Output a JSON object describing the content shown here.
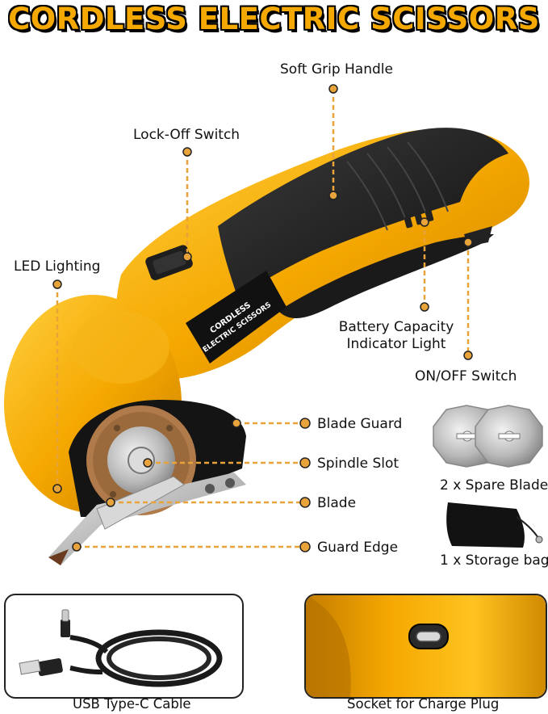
{
  "title": "CORDLESS ELECTRIC SCISSORS",
  "product_print": {
    "line1": "CORDLESS",
    "line2": "ELECTRIC SCISSORS"
  },
  "callouts": {
    "soft_grip_handle": "Soft Grip Handle",
    "lock_off_switch": "Lock-Off Switch",
    "led_lighting": "LED Lighting",
    "battery_line1": "Battery Capacity",
    "battery_line2": "Indicator Light",
    "on_off_switch": "ON/OFF Switch",
    "blade_guard": "Blade Guard",
    "spindle_slot": "Spindle Slot",
    "blade": "Blade",
    "guard_edge": "Guard Edge"
  },
  "accessories": {
    "spare_blade": "2 x Spare Blade",
    "storage_bag": "1 x Storage bag"
  },
  "bottom_panels": {
    "cable": "USB Type-C Cable",
    "socket": "Socket for Charge Plug"
  },
  "colors": {
    "brand_yellow": "#f5a800",
    "handle_black": "#1c1c1c",
    "callout_orange": "#e8a33a",
    "metal": "#c9c9c9"
  }
}
